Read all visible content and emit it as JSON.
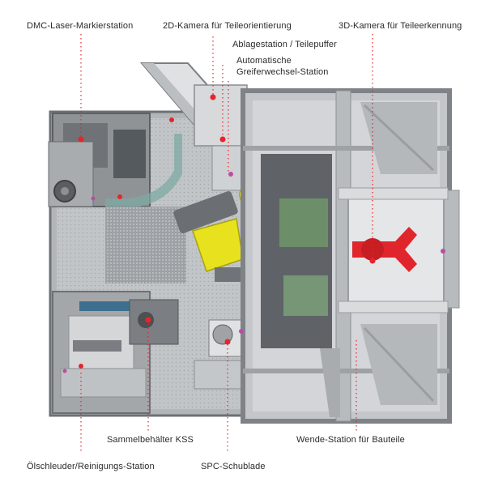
{
  "labels": {
    "dmc_laser": "DMC-Laser-Markierstation",
    "kamera_2d": "2D-Kamera für Teileorientierung",
    "kamera_3d": "3D-Kamera für Teileerkennung",
    "ablagestation": "Ablagestation / Teilepuffer",
    "greiferwechsel_1": "Automatische",
    "greiferwechsel_2": "Greiferwechsel-Station",
    "sammelbehaelter": "Sammelbehälter KSS",
    "wende_station": "Wende-Station für Bauteile",
    "oelschleuder": "Ölschleuder/Reinigungs-Station",
    "spc_schublade": "SPC-Schublade"
  },
  "colors": {
    "marker": "#e5242b",
    "robot_yellow": "#e8e21e",
    "frame": "#8b8f93",
    "panel": "#c9cccf"
  }
}
